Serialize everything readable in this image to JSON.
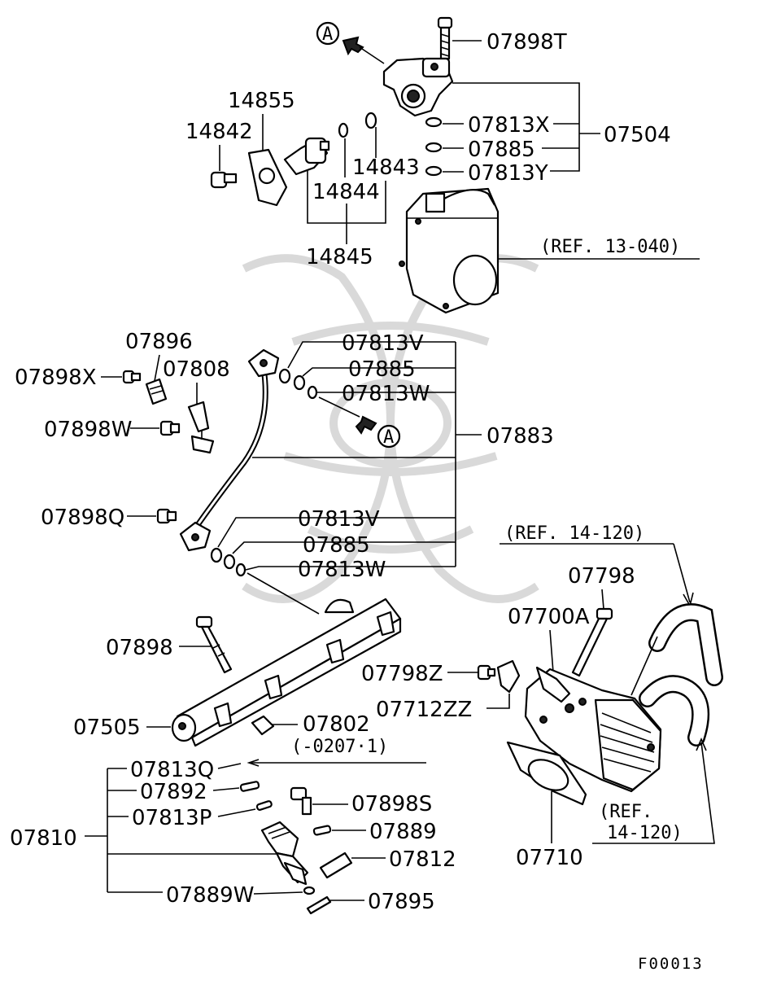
{
  "labels": {
    "p07898T": "07898T",
    "p07813X": "07813X",
    "p07885a": "07885",
    "p07813Y": "07813Y",
    "p07504": "07504",
    "p14855": "14855",
    "p14842": "14842",
    "p14843": "14843",
    "p14844": "14844",
    "p14845": "14845",
    "ref13040": "(REF. 13-040)",
    "p07896": "07896",
    "p07808": "07808",
    "p07898X": "07898X",
    "p07898W": "07898W",
    "p07813Va": "07813V",
    "p07885b": "07885",
    "p07813Wa": "07813W",
    "p07883": "07883",
    "p07898Q": "07898Q",
    "p07813Vb": "07813V",
    "p07885c": "07885",
    "p07813Wb": "07813W",
    "ref14120a": "(REF. 14-120)",
    "p07798": "07798",
    "p07700A": "07700A",
    "p07898": "07898",
    "p07798Z": "07798Z",
    "p07712ZZ": "07712ZZ",
    "p07505": "07505",
    "p07802": "07802",
    "note0207": "(-0207·1)",
    "p07813Q": "07813Q",
    "p07892": "07892",
    "p07813P": "07813P",
    "p07898S": "07898S",
    "p07810": "07810",
    "p07889": "07889",
    "p07812": "07812",
    "p07889W": "07889W",
    "p07895": "07895",
    "p07710": "07710",
    "ref14120b1": "(REF.",
    "ref14120b2": "14-120)",
    "markerA": "A",
    "figureCode": "F00013"
  }
}
